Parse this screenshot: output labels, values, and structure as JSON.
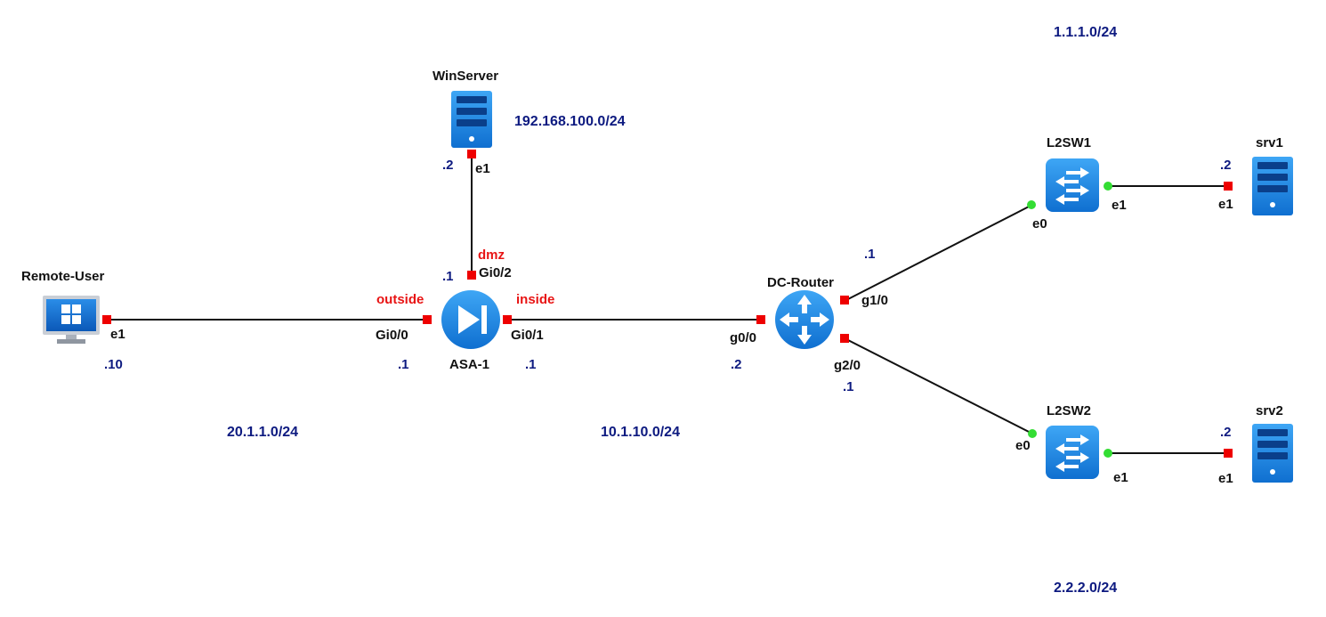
{
  "nodes": {
    "remote_user": "Remote-User",
    "winserver": "WinServer",
    "asa": "ASA-1",
    "dc_router": "DC-Router",
    "l2sw1": "L2SW1",
    "l2sw2": "L2SW2",
    "srv1": "srv1",
    "srv2": "srv2"
  },
  "icons": {
    "remote_user": "monitor-icon",
    "winserver": "server-icon",
    "asa": "firewall-icon",
    "dc_router": "router-icon",
    "l2sw1": "switch-icon",
    "l2sw2": "switch-icon",
    "srv1": "server-icon",
    "srv2": "server-icon"
  },
  "ports": {
    "remote_user_e1": "e1",
    "winserver_e1": "e1",
    "asa_gi00": "Gi0/0",
    "asa_gi01": "Gi0/1",
    "asa_gi02": "Gi0/2",
    "router_g00": "g0/0",
    "router_g10": "g1/0",
    "router_g20": "g2/0",
    "l2sw1_e0": "e0",
    "l2sw1_e1": "e1",
    "srv1_e1": "e1",
    "l2sw2_e0": "e0",
    "l2sw2_e1": "e1",
    "srv2_e1": "e1"
  },
  "zones": {
    "outside": "outside",
    "inside": "inside",
    "dmz": "dmz"
  },
  "addresses": {
    "remote_user": ".10",
    "asa_outside": ".1",
    "asa_inside": ".1",
    "asa_dmz": ".1",
    "winserver": ".2",
    "router_g00": ".2",
    "router_g10": ".1",
    "router_g20": ".1",
    "srv1": ".2",
    "srv2": ".2"
  },
  "networks": {
    "outside": "20.1.1.0/24",
    "inside": "10.1.10.0/24",
    "dmz": "192.168.100.0/24",
    "net1": "1.1.1.0/24",
    "net2": "2.2.2.0/24"
  },
  "colors": {
    "port_down": "#ee0000",
    "port_up": "#33dd33",
    "zone_text": "#e81414",
    "address_text": "#0d1a80",
    "icon_blue": "#1e88e5"
  }
}
